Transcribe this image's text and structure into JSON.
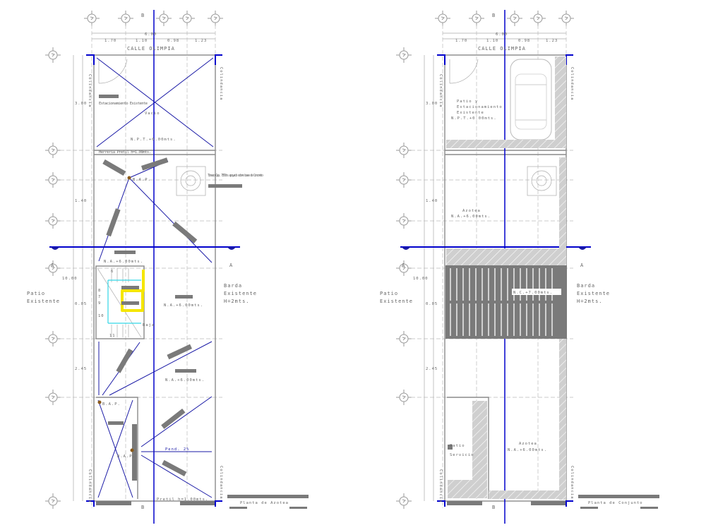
{
  "plan_left": {
    "street": "CALLE OLIMPIA",
    "dims_top": {
      "total": "6.00",
      "parts": [
        "1.70",
        "1.10",
        "0.98",
        "1.23"
      ]
    },
    "dims_left": [
      "3.00",
      "1.40",
      "10.00",
      "0.05",
      "2.45"
    ],
    "section_label": "A",
    "axis_label": "B",
    "parking": "Estacionamiento Existente",
    "void": "Vacio",
    "npt": "N.P.T.+0.00mts.",
    "railing": "Herreria Pretil h=1.00mts.",
    "tank": "Tinaco Cap. 750lts apoyado sobre base de Concreto",
    "bap": "B.A.P.",
    "na_1": "N.A.+6.00mts.",
    "na_2": "N.A.+6.00mts.",
    "na_3": "N.A.+6.00mts.",
    "slope": "Pend. 2%",
    "stair_numbers": [
      "6",
      "8",
      "7",
      "9",
      "10",
      "11"
    ],
    "stair_down": "Baja",
    "railing_bottom": "Pretil h=1.00mts.",
    "adjacent": "Colindancia",
    "patio": [
      "Patio",
      "Existente"
    ],
    "fence": [
      "Barda",
      "Existente",
      "H=2mts."
    ],
    "title": "Planta de Azotea"
  },
  "plan_right": {
    "street": "CALLE OLIMPIA",
    "dims_top": {
      "total": "6.00",
      "parts": [
        "1.70",
        "1.10",
        "0.98",
        "1.23"
      ]
    },
    "dims_left": [
      "3.00",
      "1.40",
      "10.00",
      "0.05",
      "2.45"
    ],
    "section_label": "A",
    "axis_label": "B",
    "parking": [
      "Patio y",
      "Estacionamiento",
      "Existente"
    ],
    "npt": "N.P.T.+0.00mts.",
    "roof_1": "Azotea",
    "na_1": "N.A.+6.00mts.",
    "nc": "N.C.+7.00mts.",
    "roof_2": "Azotea",
    "na_2": "N.A.+6.00mts.",
    "service": [
      "Patio",
      "Servicio"
    ],
    "adjacent": "Colindancia",
    "patio": [
      "Patio",
      "Existente"
    ],
    "fence": [
      "Barda",
      "Existente",
      "H=2mts."
    ],
    "title": "Planta de Conjunto"
  },
  "colors": {
    "blue_lines": "#0000cc",
    "walls": "#8a8a8a",
    "stair_highlight": "#f5e600",
    "stair_dims": "#33d6e6"
  }
}
